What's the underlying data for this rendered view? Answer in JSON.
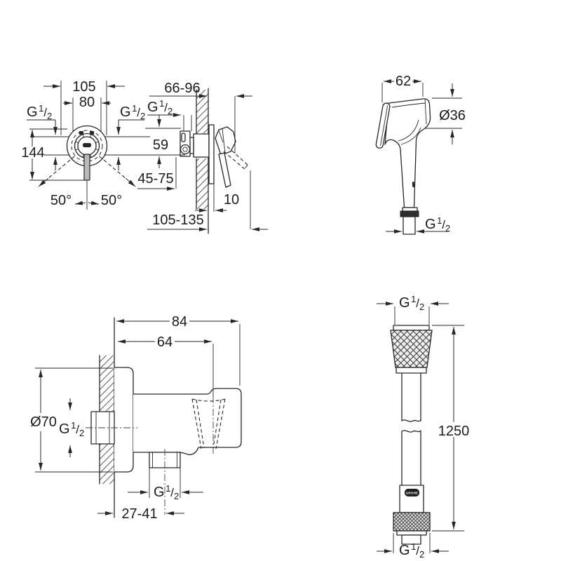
{
  "page": {
    "background": "#ffffff",
    "line_color": "#262626"
  },
  "brand": {
    "logo_text": "GROHE"
  },
  "thread_label": {
    "g": "G",
    "num": "1",
    "slash": "/",
    "den": "2"
  },
  "front_view": {
    "dim_width_outer": "105",
    "dim_width_inner": "80",
    "dim_height": "144",
    "angle_left": "50°",
    "angle_right": "50°"
  },
  "side_view": {
    "dim_depth_range": "66-96",
    "dim_port_offset": "59",
    "dim_inlet_depth_range": "45-75",
    "dim_plate_thickness": "10",
    "dim_total_depth_range": "105-135"
  },
  "hand_shower": {
    "dim_head_width": "62",
    "dim_head_diameter": "Ø36"
  },
  "wall_union": {
    "dim_total_projection": "84",
    "dim_holder_projection": "64",
    "dim_flange_diameter": "Ø70",
    "dim_outlet_offset_range": "27-41"
  },
  "hose": {
    "dim_length": "1250"
  }
}
